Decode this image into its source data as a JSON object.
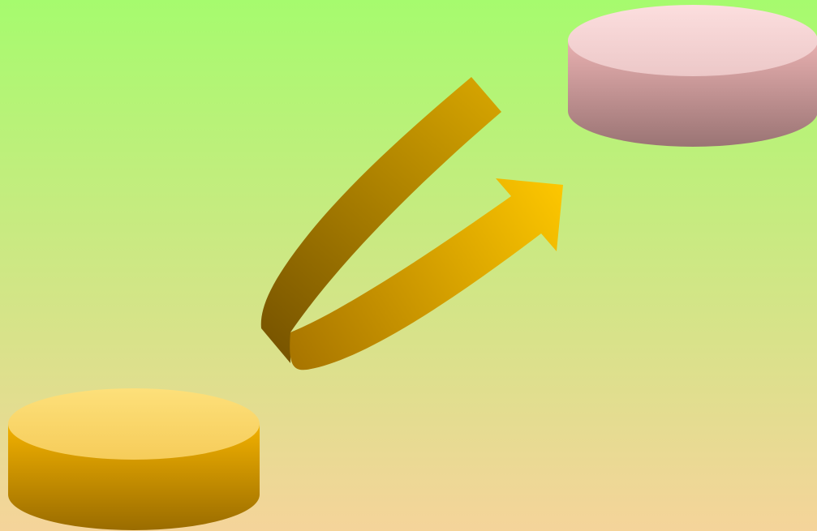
{
  "diagram": {
    "background": {
      "top_color": "#a6fb6e",
      "bottom_color": "#f5d49a"
    },
    "shapes": [
      {
        "id": "source-cylinder",
        "kind": "cylinder",
        "label": "",
        "colors": {
          "top_light": "#fde07a",
          "top_dark": "#f6cc5a",
          "side_light": "#f2b100",
          "side_dark": "#9a6c00"
        }
      },
      {
        "id": "target-cylinder",
        "kind": "cylinder",
        "label": "",
        "colors": {
          "top_light": "#fcdede",
          "top_dark": "#ecc8c8",
          "side_light": "#e8b0b0",
          "side_dark": "#9a7474"
        }
      },
      {
        "id": "curved-arrow",
        "kind": "u-turn-arrow",
        "label": "",
        "colors": {
          "back_light": "#d4a300",
          "back_dark": "#7a5600",
          "front_light": "#fcc600",
          "front_dark": "#a87500"
        }
      }
    ]
  }
}
